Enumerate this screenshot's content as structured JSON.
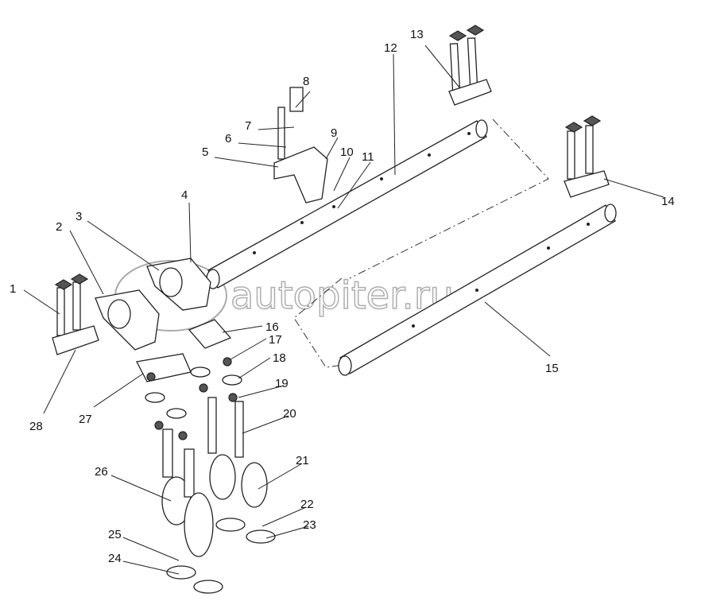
{
  "watermark": "autopiter.ru",
  "callouts": [
    "1",
    "2",
    "3",
    "4",
    "5",
    "6",
    "7",
    "8",
    "9",
    "10",
    "11",
    "12",
    "13",
    "14",
    "15",
    "16",
    "17",
    "18",
    "19",
    "20",
    "21",
    "22",
    "23",
    "24",
    "25",
    "26",
    "27",
    "28"
  ]
}
